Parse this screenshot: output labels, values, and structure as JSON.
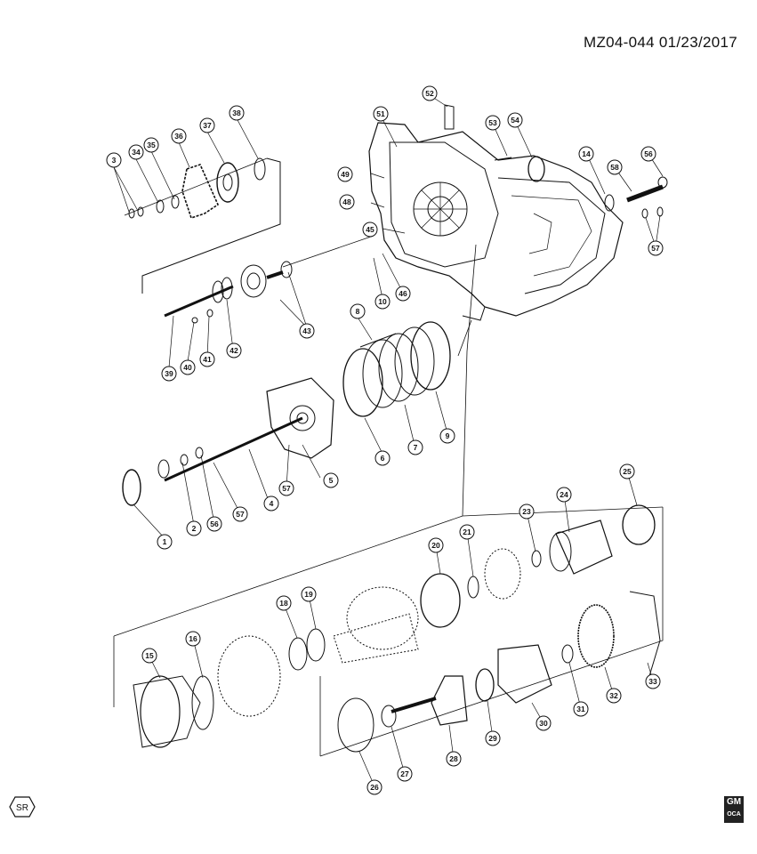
{
  "header": {
    "reference": "MZ04-044  01/23/2017"
  },
  "footer": {
    "left_badge": "SR",
    "right_logo_top": "GM",
    "right_logo_bottom": "OCA"
  },
  "callouts": [
    "1",
    "2",
    "3",
    "4",
    "5",
    "6",
    "7",
    "8",
    "9",
    "10",
    "14",
    "15",
    "16",
    "18",
    "19",
    "20",
    "21",
    "23",
    "24",
    "25",
    "26",
    "27",
    "28",
    "29",
    "30",
    "31",
    "32",
    "33",
    "34",
    "35",
    "36",
    "37",
    "38",
    "39",
    "40",
    "41",
    "42",
    "43",
    "45",
    "46",
    "48",
    "49",
    "51",
    "52",
    "53",
    "54",
    "56",
    "57",
    "58"
  ]
}
